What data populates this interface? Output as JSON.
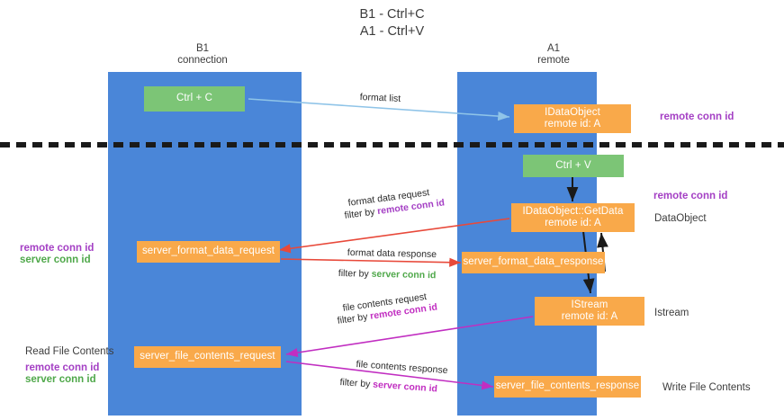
{
  "title": "B1 - Ctrl+C\nA1 - Ctrl+V",
  "columns": {
    "left": "B1\nconnection",
    "right": "A1\nremote"
  },
  "colors": {
    "lane": "#4a86d8",
    "green_node": "#7cc576",
    "orange_node": "#f9a94a",
    "purple_text": "#a43fc4",
    "magenta_text": "#c12ec1",
    "green_text": "#4fa84a",
    "arrow_blue": "#8fc4e8",
    "arrow_red": "#e8493a",
    "arrow_magenta": "#c12ec1",
    "arrow_black": "#1a1a1a",
    "divider": "#1a1a1a"
  },
  "nodes": {
    "ctrl_c": "Ctrl + C",
    "ctrl_v": "Ctrl + V",
    "idataobject_remote": "IDataObject\nremote id: A",
    "idataobject_getdata": "IDataObject::GetData\nremote id: A",
    "server_format_data_request": "server_format_data_request",
    "server_format_data_response": "server_format_data_response",
    "istream_remote": "IStream\nremote id: A",
    "server_file_contents_request": "server_file_contents_request",
    "server_file_contents_response": "server_file_contents_response"
  },
  "side_labels": {
    "remote_conn_id_top": "remote conn id",
    "remote_conn_id_mid": "remote conn id",
    "dataobject": "DataObject",
    "istream": "Istream",
    "write_file_contents": "Write File Contents",
    "read_file_contents": "Read File Contents",
    "left_mid_remote": "remote conn id",
    "left_mid_server": "server conn id",
    "left_bot_remote": "remote conn id",
    "left_bot_server": "server conn id"
  },
  "edge_labels": {
    "format_list": "format list",
    "format_data_request": "format data request",
    "format_data_request_filter_prefix": "filter by ",
    "format_data_request_filter_value": "remote conn id",
    "format_data_response": "format data response",
    "format_data_response_filter_prefix": "filter by ",
    "format_data_response_filter_value": "server conn id",
    "file_contents_request": "file contents request",
    "file_contents_request_filter_prefix": "filter by ",
    "file_contents_request_filter_value": "remote conn id",
    "file_contents_response": "file contents response",
    "file_contents_response_filter_prefix": "filter by ",
    "file_contents_response_filter_value": "server conn id"
  }
}
